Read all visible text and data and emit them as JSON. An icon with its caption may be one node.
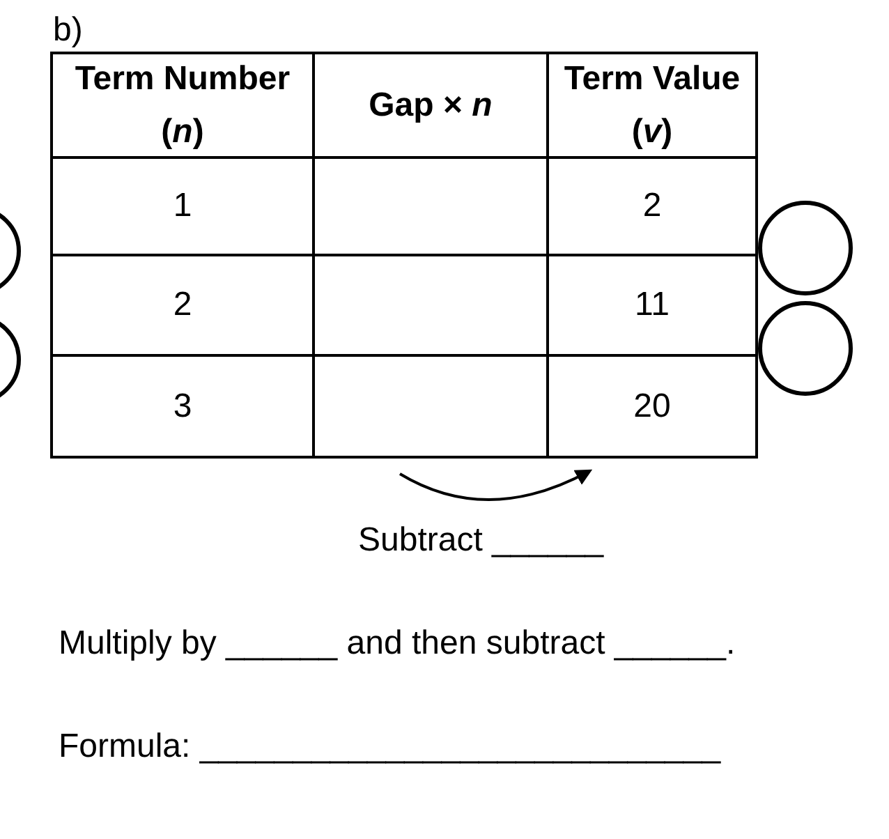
{
  "diagram": {
    "nodes": [
      {
        "text": [],
        "shape": "circle"
      },
      {
        "text": [],
        "shape": "circle"
      },
      {
        "text": [],
        "shape": "circle"
      },
      {
        "text": [],
        "shape": "circle"
      }
    ],
    "labels": [
      "b)",
      "Term Number (*n*)",
      "Gap × *n*",
      "Term Value (*v*)",
      "1",
      "2",
      "2",
      "11",
      "3",
      "20",
      "Subtract ______",
      "Multiply by ______ and then subtract ______.",
      "Formula: ____________________________"
    ]
  }
}
